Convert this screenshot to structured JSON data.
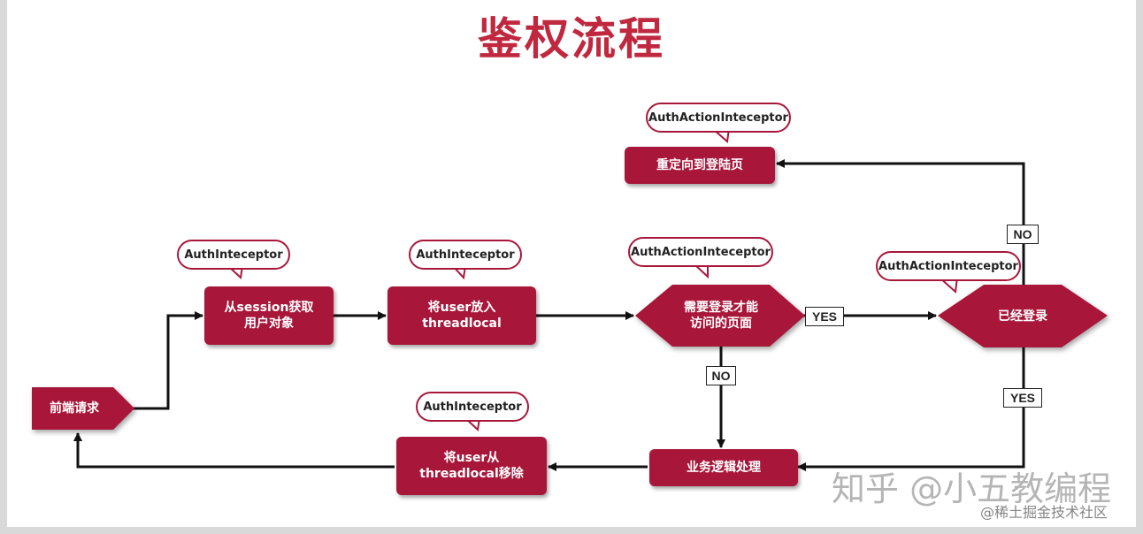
{
  "title": "鉴权流程",
  "nodes": {
    "frontend_request": "前端请求",
    "get_user": "从session获取\n用户对象",
    "put_user": "将user放入\nthreadlocal",
    "need_login": "需要登录才能\n访问的页面",
    "logged_in": "已经登录",
    "redirect_login": "重定向到登陆页",
    "business_logic": "业务逻辑处理",
    "remove_user": "将user从\nthreadlocal移除"
  },
  "bubbles": {
    "auth_get_user": "AuthInteceptor",
    "auth_put_user": "AuthInteceptor",
    "auth_remove_user": "AuthInteceptor",
    "action_need_login": "AuthActionInteceptor",
    "action_logged_in": "AuthActionInteceptor",
    "action_redirect": "AuthActionInteceptor"
  },
  "edge_labels": {
    "need_login_yes": "YES",
    "need_login_no": "NO",
    "logged_in_no": "NO",
    "logged_in_yes": "YES"
  },
  "watermark": {
    "main": "知乎 @小五教编程",
    "sub": "@稀土掘金技术社区"
  }
}
